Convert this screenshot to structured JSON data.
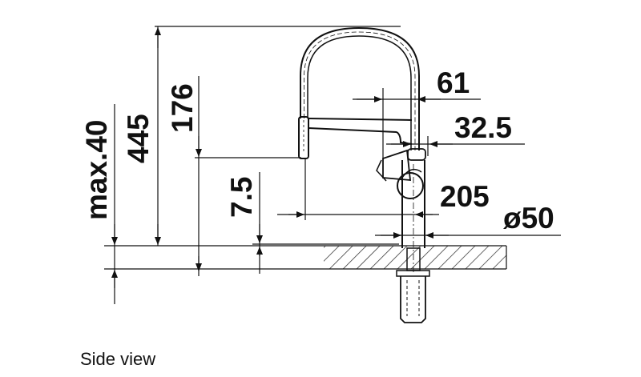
{
  "caption": "Side view",
  "dimensions": {
    "max_depth": "max.40",
    "total_height": "445",
    "spout_height": "176",
    "aerator_height": "7.5",
    "spout_reach": "205",
    "handle_offset": "61",
    "spout_offset": "32.5",
    "base_diameter": "ø50"
  },
  "colors": {
    "line": "#111111",
    "hatch": "#333333"
  }
}
